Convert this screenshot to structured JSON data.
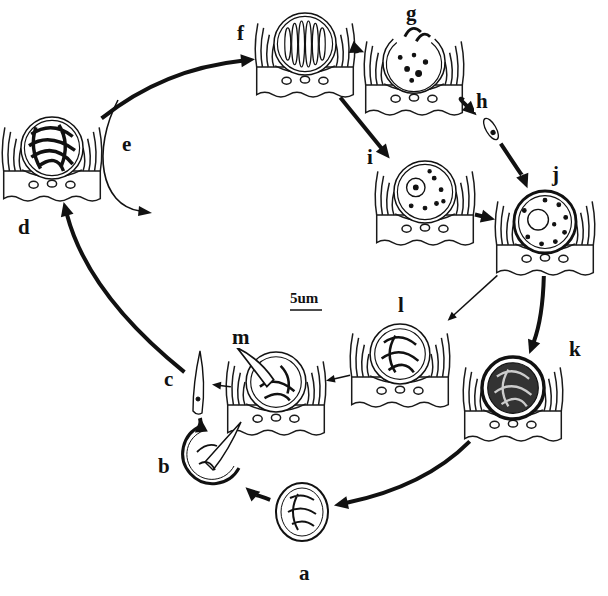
{
  "diagram": {
    "nodes": [
      {
        "text": [
          "a"
        ]
      },
      {
        "text": [
          "b"
        ]
      },
      {
        "text": [
          "c"
        ]
      },
      {
        "text": [
          "d"
        ]
      },
      {
        "text": [
          "f"
        ]
      },
      {
        "text": [
          "g"
        ]
      },
      {
        "text": [
          "h"
        ]
      },
      {
        "text": [
          "i"
        ]
      },
      {
        "text": [
          "j"
        ]
      },
      {
        "text": [
          "k"
        ]
      },
      {
        "text": [
          "l"
        ]
      },
      {
        "text": [
          "m"
        ]
      }
    ],
    "edges": [
      {
        "from": 4,
        "to": 5,
        "arrow": "to"
      },
      {
        "from": 4,
        "to": 7,
        "arrow": "to"
      },
      {
        "from": 5,
        "to": 6,
        "arrow": "to"
      },
      {
        "from": 6,
        "to": 8,
        "arrow": "to"
      },
      {
        "from": 7,
        "to": 8,
        "arrow": "to"
      },
      {
        "from": 8,
        "to": 9,
        "arrow": "to"
      },
      {
        "from": 8,
        "to": 10,
        "arrow": "to"
      },
      {
        "from": 10,
        "to": 11,
        "arrow": "to"
      },
      {
        "from": 11,
        "to": 2,
        "arrow": "to"
      },
      {
        "from": 9,
        "to": 0,
        "arrow": "to"
      },
      {
        "from": 0,
        "to": 1,
        "arrow": "to"
      },
      {
        "from": 1,
        "to": 2,
        "arrow": "to"
      },
      {
        "from": 2,
        "to": 3,
        "arrow": "to"
      },
      {
        "from": 3,
        "to": 4,
        "arrow": "to"
      }
    ],
    "labels": [
      "e",
      "5um"
    ]
  }
}
